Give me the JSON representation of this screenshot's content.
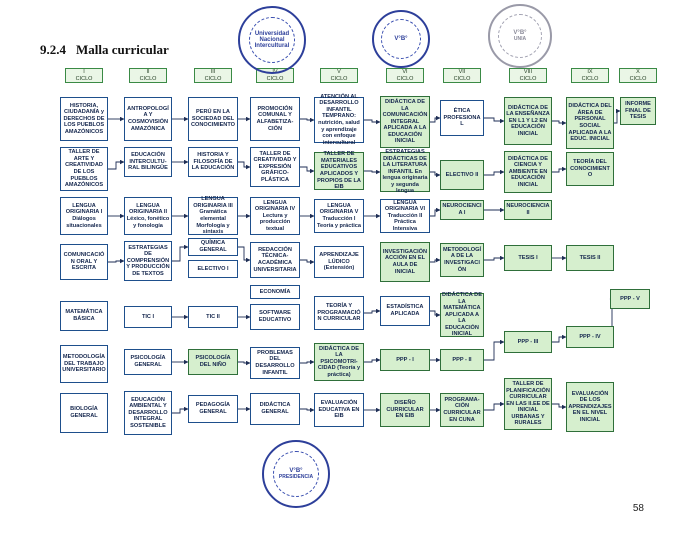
{
  "heading": {
    "number": "9.2.4",
    "text": "Malla curricular"
  },
  "page_number": "58",
  "seals": [
    {
      "id": "seal-top-left",
      "line1": "Universidad Nacional Intercultural",
      "line2": "",
      "variant": "blue"
    },
    {
      "id": "seal-top-mid",
      "line1": "V°B°",
      "line2": "",
      "variant": "blue"
    },
    {
      "id": "seal-top-right",
      "line1": "V°B°",
      "line2": "UNIA",
      "variant": "faded"
    },
    {
      "id": "seal-bottom",
      "line1": "V°B°",
      "line2": "PRESIDENCIA",
      "variant": "blue"
    }
  ],
  "cycles": [
    "I\nCICLO",
    "II\nCICLO",
    "III\nCICLO",
    "IV\nCICLO",
    "V\nCICLO",
    "VI\nCICLO",
    "VII\nCICLO",
    "VIII\nCICLO",
    "IX\nCICLO",
    "X\nCICLO"
  ],
  "courses": [
    {
      "id": "c1",
      "text": "HISTORIA, CIUDADANÍA y DERECHOS DE LOS PUEBLOS AMAZÓNICOS",
      "green": false
    },
    {
      "id": "c2",
      "text": "ANTROPOLOGÍA Y COSMOVISIÓN AMAZÓNICA",
      "green": false
    },
    {
      "id": "c3",
      "text": "PERÚ EN LA SOCIEDAD DEL CONOCIMIENTO",
      "green": false
    },
    {
      "id": "c4",
      "text": "PROMOCIÓN COMUNAL Y ALFABETIZA-CIÓN",
      "green": false
    },
    {
      "id": "c5",
      "text": "ATENCIÓN AL DESARROLLO INFANTIL TEMPRANO: nutrición, salud y aprendizaje con enfoque intercultural",
      "green": false
    },
    {
      "id": "c6",
      "text": "DIDÁCTICA DE LA COMUNICACIÓN INTEGRAL APLICADA A LA EDUCACIÓN INICIAL",
      "green": true
    },
    {
      "id": "c7",
      "text": "ÉTICA PROFESIONAL",
      "green": false
    },
    {
      "id": "c8",
      "text": "DIDÁCTICA DE LA ENSEÑANZA EN L1 Y L2 EN EDUCACIÓN INICIAL",
      "green": true
    },
    {
      "id": "c9",
      "text": "DIDÁCTICA DEL ÁREA DE PERSONAL SOCIAL APLICADA A LA EDUC. INICIAL",
      "green": true
    },
    {
      "id": "c10",
      "text": "INFORME FINAL DE TESIS",
      "green": true
    },
    {
      "id": "c11",
      "text": "TALLER DE ARTE Y CREATIVIDAD DE LOS PUEBLOS AMAZÓNICOS",
      "green": false
    },
    {
      "id": "c12",
      "text": "EDUCACIÓN INTERCULTU-RAL BILINGÜE",
      "green": false
    },
    {
      "id": "c13",
      "text": "HISTORIA Y FILOSOFÍA DE LA EDUCACIÓN",
      "green": false
    },
    {
      "id": "c14",
      "text": "TALLER DE CREATIVIDAD Y EXPRESIÓN GRÁFICO-PLÁSTICA",
      "green": false
    },
    {
      "id": "c15",
      "text": "TALLER DE MATERIALES EDUCATIVOS APLICADOS Y PROPIOS DE LA EIB",
      "green": true
    },
    {
      "id": "c16",
      "text": "ESTRATEGIAS DIDÁCTICAS DE LA LITERATURA INFANTIL En lengua originaria y segunda lengua",
      "green": true
    },
    {
      "id": "c17",
      "text": "ELECTIVO II",
      "green": true
    },
    {
      "id": "c18",
      "text": "DIDÁCTICA DE CIENCIA Y AMBIENTE EN EDUCACIÓN INICIAL",
      "green": true
    },
    {
      "id": "c19",
      "text": "TEORÍA DEL CONOCIMIENTO",
      "green": true
    },
    {
      "id": "c20",
      "text": "LENGUA ORIGINARIA I Diálogos situacionales",
      "green": false
    },
    {
      "id": "c21",
      "text": "LENGUA ORIGINARIA II Léxico, fonético y fonología",
      "green": false
    },
    {
      "id": "c22",
      "text": "LENGUA ORIGINARIA III Gramática elemental Morfología y sintaxis",
      "green": false
    },
    {
      "id": "c23",
      "text": "LENGUA ORIGINARIA IV Lectura y producción textual",
      "green": false
    },
    {
      "id": "c24",
      "text": "LENGUA ORIGINARIA V Traducción I Teoría y práctica",
      "green": false
    },
    {
      "id": "c25",
      "text": "LENGUA ORIGINARIA VI Traducción II Práctica Intensiva",
      "green": false
    },
    {
      "id": "c26",
      "text": "NEUROCIENCIA I",
      "green": true
    },
    {
      "id": "c27",
      "text": "NEUROCIENCIA II",
      "green": true
    },
    {
      "id": "c28",
      "text": "COMUNICACIÓN ORAL Y ESCRITA",
      "green": false
    },
    {
      "id": "c29",
      "text": "ESTRATEGIAS DE COMPRENSIÓN Y PRODUCCIÓN DE TEXTOS",
      "green": false
    },
    {
      "id": "c30",
      "text": "QUÍMICA GENERAL",
      "green": false
    },
    {
      "id": "c31",
      "text": "ELECTIVO I",
      "green": false
    },
    {
      "id": "c32",
      "text": "REDACCIÓN TÉCNICA-ACADÉMICA UNIVERSITARIA",
      "green": false
    },
    {
      "id": "c33",
      "text": "APRENDIZAJE LÚDICO (Extensión)",
      "green": false
    },
    {
      "id": "c34",
      "text": "INVESTIGACIÓN ACCIÓN EN EL AULA DE INICIAL",
      "green": true
    },
    {
      "id": "c35",
      "text": "METODOLOGÍA DE LA INVESTIGACIÓN",
      "green": true
    },
    {
      "id": "c36",
      "text": "TESIS I",
      "green": true
    },
    {
      "id": "c37",
      "text": "TESIS II",
      "green": true
    },
    {
      "id": "c38",
      "text": "ECONOMÍA",
      "green": false
    },
    {
      "id": "c39",
      "text": "MATEMÁTICA BÁSICA",
      "green": false
    },
    {
      "id": "c40",
      "text": "TIC I",
      "green": false
    },
    {
      "id": "c41",
      "text": "TIC II",
      "green": false
    },
    {
      "id": "c42",
      "text": "SOFTWARE EDUCATIVO",
      "green": false
    },
    {
      "id": "c43",
      "text": "TEORÍA Y PROGRAMACIÓN CURRICULAR",
      "green": false
    },
    {
      "id": "c44",
      "text": "ESTADÍSTICA APLICADA",
      "green": false
    },
    {
      "id": "c45",
      "text": "DIDÁCTICA DE LA MATEMÁTICA APLICADA A LA EDUCACIÓN INICIAL",
      "green": true
    },
    {
      "id": "c46",
      "text": "PPP - V",
      "green": true
    },
    {
      "id": "c47",
      "text": "METODOLOGÍA DEL TRABAJO UNIVERSITARIO",
      "green": false
    },
    {
      "id": "c48",
      "text": "PSICOLOGÍA GENERAL",
      "green": false
    },
    {
      "id": "c49",
      "text": "PSICOLOGÍA DEL NIÑO",
      "green": true
    },
    {
      "id": "c50",
      "text": "PROBLEMAS DEL DESARROLLO INFANTIL",
      "green": false
    },
    {
      "id": "c51",
      "text": "DIDÁCTICA DE LA PSICOMOTRI-CIDAD (Teoría y práctica)",
      "green": true
    },
    {
      "id": "c52",
      "text": "PPP - I",
      "green": true
    },
    {
      "id": "c53",
      "text": "PPP - II",
      "green": true
    },
    {
      "id": "c54",
      "text": "PPP - III",
      "green": true
    },
    {
      "id": "c55",
      "text": "PPP - IV",
      "green": true
    },
    {
      "id": "c56",
      "text": "BIOLOGÍA GENERAL",
      "green": false
    },
    {
      "id": "c57",
      "text": "EDUCACIÓN AMBIENTAL Y DESARROLLO INTEGRAL SOSTENIBLE",
      "green": false
    },
    {
      "id": "c58",
      "text": "PEDAGOGÍA GENERAL",
      "green": false
    },
    {
      "id": "c59",
      "text": "DIDÁCTICA GENERAL",
      "green": false
    },
    {
      "id": "c60",
      "text": "EVALUACIÓN EDUCATIVA EN EIB",
      "green": false
    },
    {
      "id": "c61",
      "text": "DISEÑO CURRICULAR EN EIB",
      "green": true
    },
    {
      "id": "c62",
      "text": "PROGRAMA-CIÓN CURRICULAR EN CUNA",
      "green": true
    },
    {
      "id": "c63",
      "text": "TALLER DE PLANIFICACIÓN CURRICULAR EN LAS II.EE DE INICIAL URBANAS Y RURALES",
      "green": true
    },
    {
      "id": "c64",
      "text": "EVALUACIÓN DE LOS APRENDIZAJES EN EL NIVEL INICIAL",
      "green": true
    }
  ]
}
